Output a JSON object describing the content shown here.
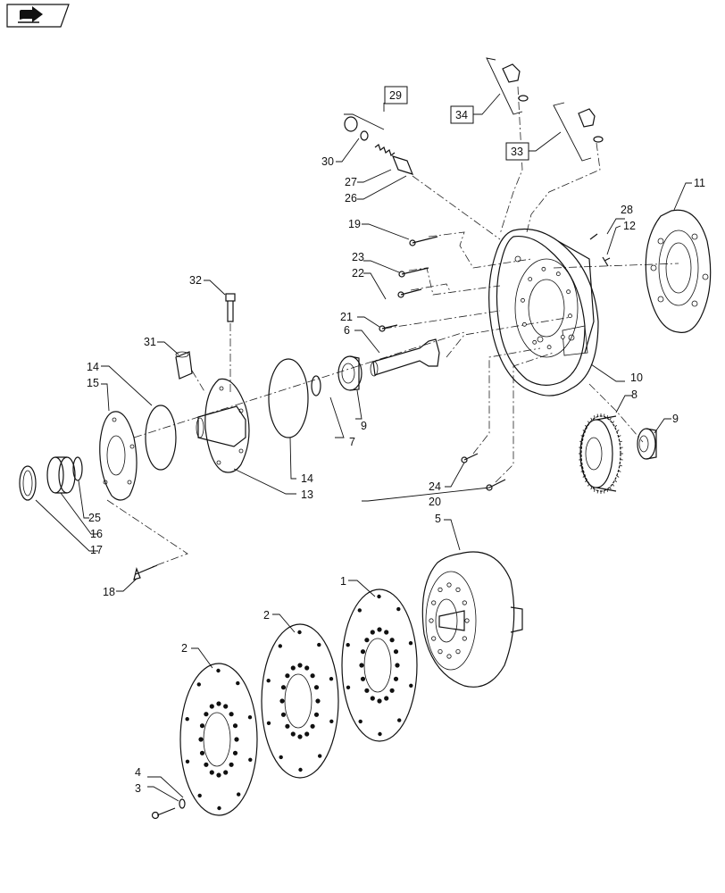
{
  "navigation": {
    "icon": "arrow-right-icon"
  },
  "callouts": {
    "c1": "1",
    "c2a": "2",
    "c2b": "2",
    "c3": "3",
    "c4": "4",
    "c5": "5",
    "c6": "6",
    "c7": "7",
    "c8": "8",
    "c9a": "9",
    "c9b": "9",
    "c10": "10",
    "c11": "11",
    "c12": "12",
    "c13": "13",
    "c14a": "14",
    "c14b": "14",
    "c15": "15",
    "c16": "16",
    "c17": "17",
    "c18": "18",
    "c19": "19",
    "c20": "20",
    "c21": "21",
    "c22": "22",
    "c23": "23",
    "c24": "24",
    "c25": "25",
    "c26": "26",
    "c27": "27",
    "c28": "28",
    "c30": "30",
    "c31": "31",
    "c32": "32"
  },
  "boxed_callouts": {
    "b29": "29",
    "b33": "33",
    "b34": "34"
  }
}
